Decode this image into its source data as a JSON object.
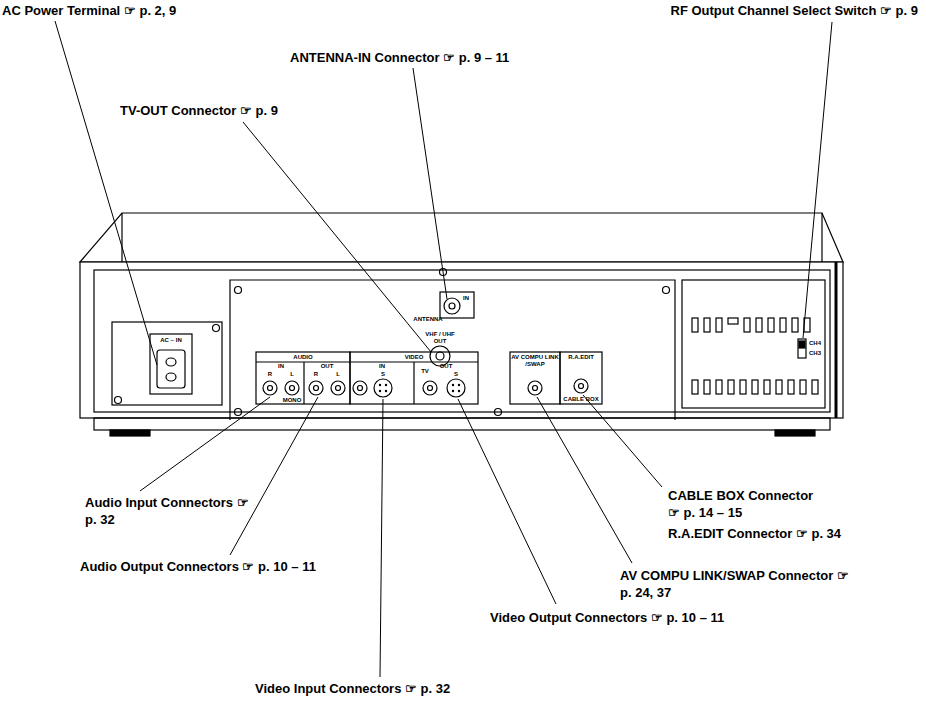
{
  "diagram": {
    "labels": [
      "AC Power Terminal ☞ p. 2, 9",
      "RF Output Channel Select Switch ☞ p. 9",
      "ANTENNA-IN Connector ☞ p. 9 – 11",
      "TV-OUT Connector ☞ p. 9",
      "Audio Input Connectors ☞ p. 32",
      "Audio Output Connectors ☞ p. 10 – 11",
      "CABLE BOX Connector ☞ p. 14 – 15",
      "R.A.EDIT Connector ☞ p. 34",
      "AV COMPU LINK/SWAP Connector ☞ p. 24, 37",
      "Video Output Connectors ☞ p. 10 – 11",
      "Video Input Connectors ☞ p. 32",
      "AC ~ IN",
      "AUDIO",
      "IN",
      "OUT",
      "R",
      "L",
      "R",
      "L",
      "MONO",
      "VIDEO",
      "IN",
      "OUT",
      "S",
      "S",
      "AV COMPU LINK /SWAP",
      "R.A.EDIT",
      "CABLE BOX",
      "IN",
      "ANTENNA",
      "VHF / UHF",
      "OUT",
      "TV",
      "CH4",
      "CH3"
    ]
  }
}
